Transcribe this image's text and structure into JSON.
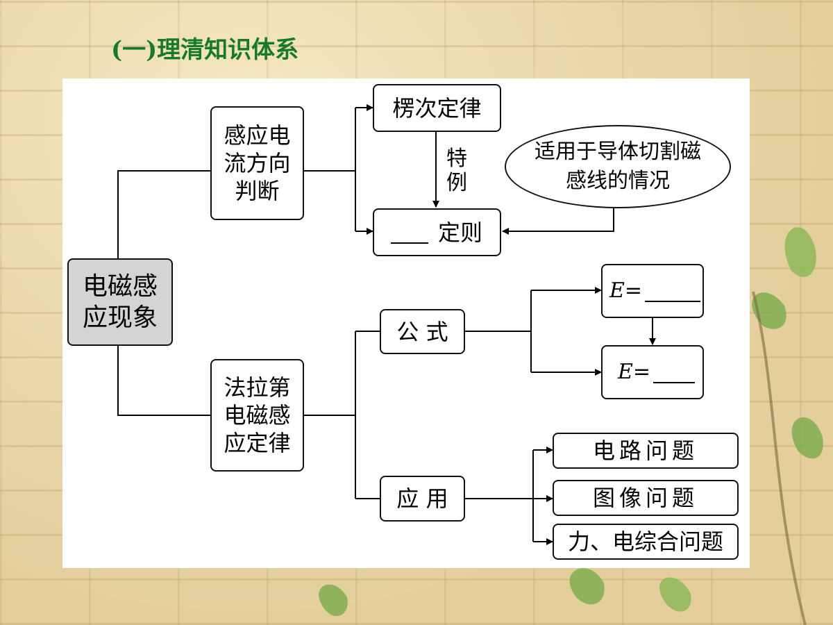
{
  "title": "(一)理清知识体系",
  "diagram": {
    "root": "电磁感应现象",
    "branch_direction": "感应电流方向判断",
    "lenz_law": "楞次定律",
    "special_case_label": "特例",
    "condition_note": "适用于导体切割磁感线的情况",
    "hand_rule": "定则",
    "branch_faraday": "法拉第电磁感应定律",
    "formula_label": "公 式",
    "formula_1": "E=",
    "formula_2": "E=",
    "application_label": "应 用",
    "application_items": [
      "电路问题",
      "图像问题",
      "力、电综合问题"
    ]
  },
  "colors": {
    "title": "#157a2c",
    "root_fill": "#d4d4d4",
    "leaf": "#7fae4f"
  }
}
